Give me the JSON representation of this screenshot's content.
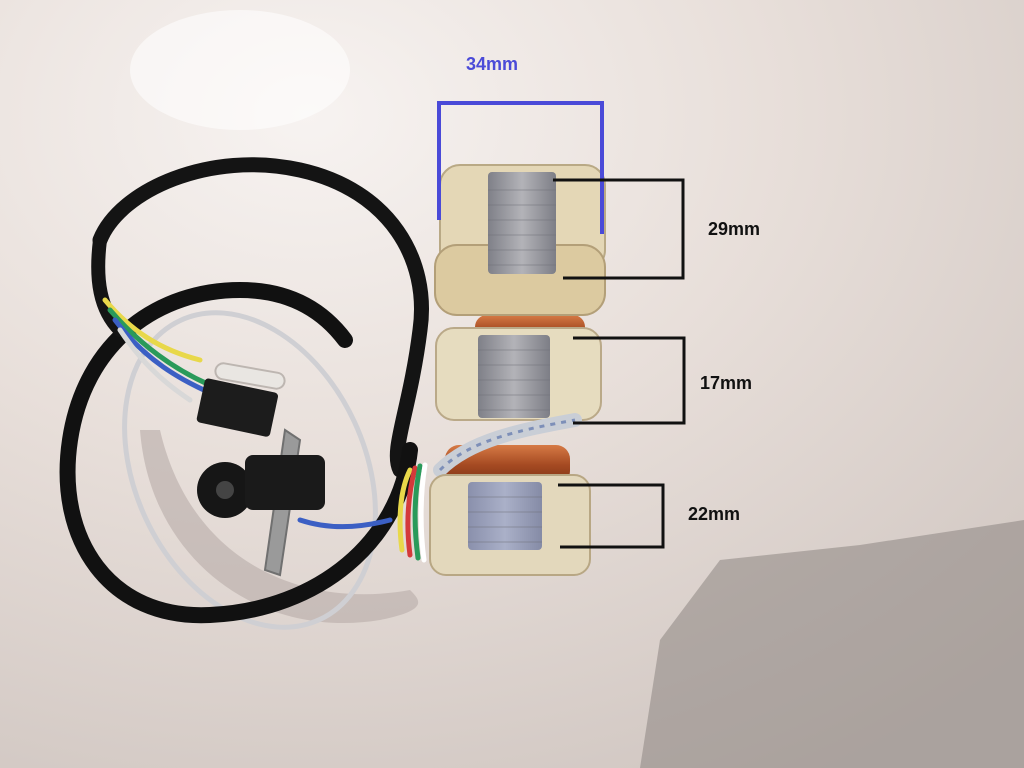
{
  "annotations": {
    "width_label": "34mm",
    "top_coil_label": "29mm",
    "middle_coil_label": "17mm",
    "bottom_coil_label": "22mm"
  },
  "colors": {
    "width_annotation": "#4a4ad8",
    "height_annotation": "#111111",
    "background": "#e6ddd8",
    "bobbin": "#e3d6b6",
    "lamination": "#9a9aa0",
    "copper": "#b5552a",
    "cable": "#151515"
  }
}
